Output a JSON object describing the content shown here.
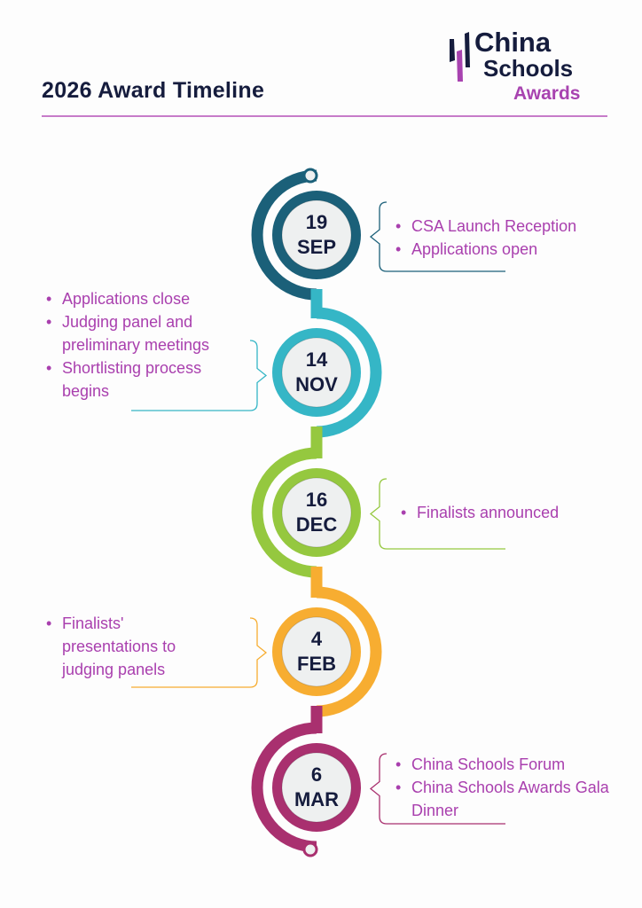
{
  "header": {
    "title": "2026 Award Timeline"
  },
  "logo": {
    "line1": "China",
    "line2": "Schools",
    "line3": "Awards"
  },
  "colors": {
    "navy": "#151c3d",
    "text": "#a93fae",
    "accent": "#c77bc9"
  },
  "events": [
    {
      "day": "19",
      "month": "SEP",
      "color": "#1b6079",
      "side": "right",
      "notes": [
        "CSA Launch Reception",
        "Applications open"
      ]
    },
    {
      "day": "14",
      "month": "NOV",
      "color": "#35b6c6",
      "side": "left",
      "notes": [
        "Applications close",
        "Judging panel and preliminary meetings",
        "Shortlisting process begins"
      ]
    },
    {
      "day": "16",
      "month": "DEC",
      "color": "#95c83f",
      "side": "right",
      "notes": [
        "Finalists announced"
      ]
    },
    {
      "day": "4",
      "month": "FEB",
      "color": "#f7ad31",
      "side": "left",
      "notes": [
        "Finalists' presentations to judging panels"
      ]
    },
    {
      "day": "6",
      "month": "MAR",
      "color": "#a9306f",
      "side": "right",
      "notes": [
        "China Schools Forum",
        "China Schools Awards Gala Dinner"
      ]
    }
  ]
}
